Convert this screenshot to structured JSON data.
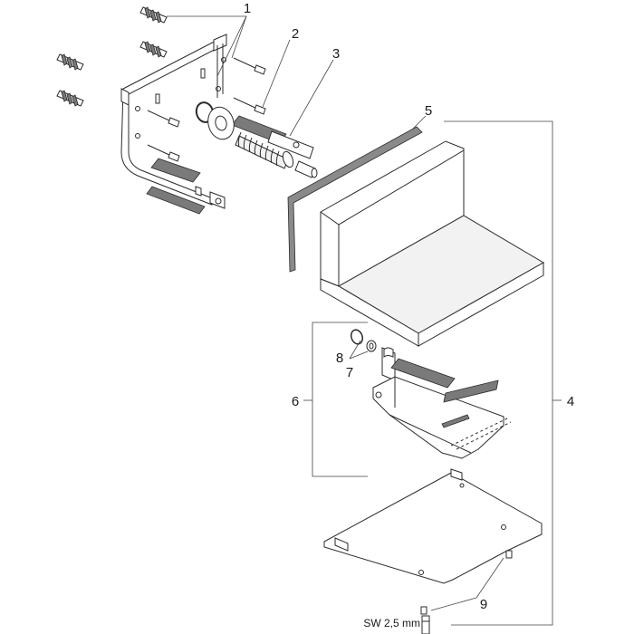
{
  "labels": {
    "l1": "1",
    "l2": "2",
    "l3": "3",
    "l4": "4",
    "l5": "5",
    "l6": "6",
    "l7": "7",
    "l8": "8",
    "l9": "9"
  },
  "tool_label": "SW 2,5 mm"
}
